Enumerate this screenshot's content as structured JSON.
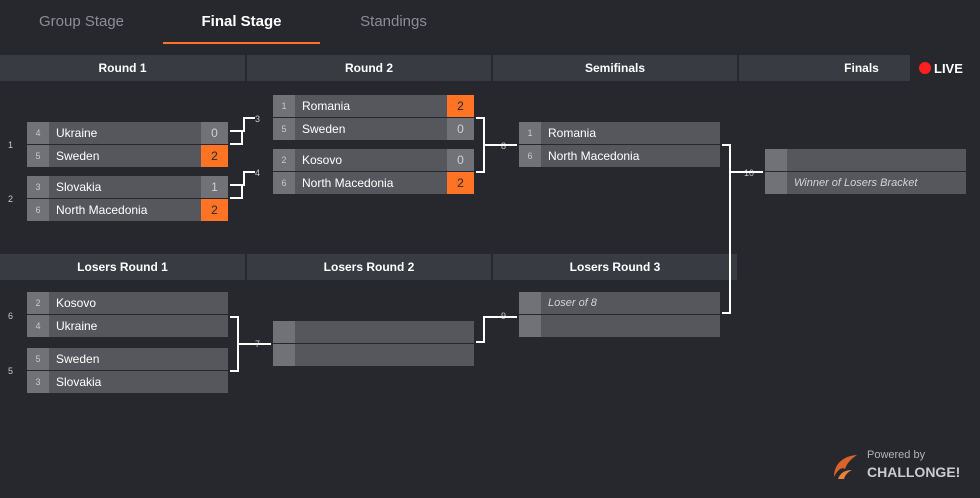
{
  "tabs": [
    "Group Stage",
    "Final Stage",
    "Standings"
  ],
  "active_tab": "Final Stage",
  "headers": {
    "round1": "Round 1",
    "round2": "Round 2",
    "semifinals": "Semifinals",
    "finals": "Finals",
    "losers_round1": "Losers Round 1",
    "losers_round2": "Losers Round 2",
    "losers_round3": "Losers Round 3"
  },
  "live_label": "LIVE",
  "colors": {
    "accent": "#ff7324",
    "live": "#ff1f1f",
    "background": "#26282d"
  },
  "matches": {
    "m1": {
      "number": "1",
      "top": {
        "seed": "4",
        "name": "Ukraine",
        "score": "0"
      },
      "bottom": {
        "seed": "5",
        "name": "Sweden",
        "score": "2"
      },
      "winner": "bottom"
    },
    "m2": {
      "number": "2",
      "top": {
        "seed": "3",
        "name": "Slovakia",
        "score": "1"
      },
      "bottom": {
        "seed": "6",
        "name": "North Macedonia",
        "score": "2"
      },
      "winner": "bottom"
    },
    "m3": {
      "number": "3",
      "top": {
        "seed": "1",
        "name": "Romania",
        "score": "2"
      },
      "bottom": {
        "seed": "5",
        "name": "Sweden",
        "score": "0"
      },
      "winner": "top"
    },
    "m4": {
      "number": "4",
      "top": {
        "seed": "2",
        "name": "Kosovo",
        "score": "0"
      },
      "bottom": {
        "seed": "6",
        "name": "North Macedonia",
        "score": "2"
      },
      "winner": "bottom"
    },
    "m8": {
      "number": "8",
      "top": {
        "seed": "1",
        "name": "Romania"
      },
      "bottom": {
        "seed": "6",
        "name": "North Macedonia"
      }
    },
    "m10": {
      "number": "10",
      "top": {
        "seed": "",
        "name": ""
      },
      "bottom": {
        "seed": "",
        "name": "Winner of Losers Bracket"
      }
    },
    "m6": {
      "number": "6",
      "top": {
        "seed": "2",
        "name": "Kosovo"
      },
      "bottom": {
        "seed": "4",
        "name": "Ukraine"
      }
    },
    "m5": {
      "number": "5",
      "top": {
        "seed": "5",
        "name": "Sweden"
      },
      "bottom": {
        "seed": "3",
        "name": "Slovakia"
      }
    },
    "m7": {
      "number": "7",
      "top": {
        "seed": "",
        "name": ""
      },
      "bottom": {
        "seed": "",
        "name": ""
      }
    },
    "m9": {
      "number": "9",
      "top": {
        "seed": "",
        "name": "Loser of 8"
      },
      "bottom": {
        "seed": "",
        "name": ""
      }
    }
  },
  "branding": {
    "powered_by": "Powered by",
    "name": "CHALLONGE!",
    "logo_icon": "challonge-logo-icon"
  }
}
